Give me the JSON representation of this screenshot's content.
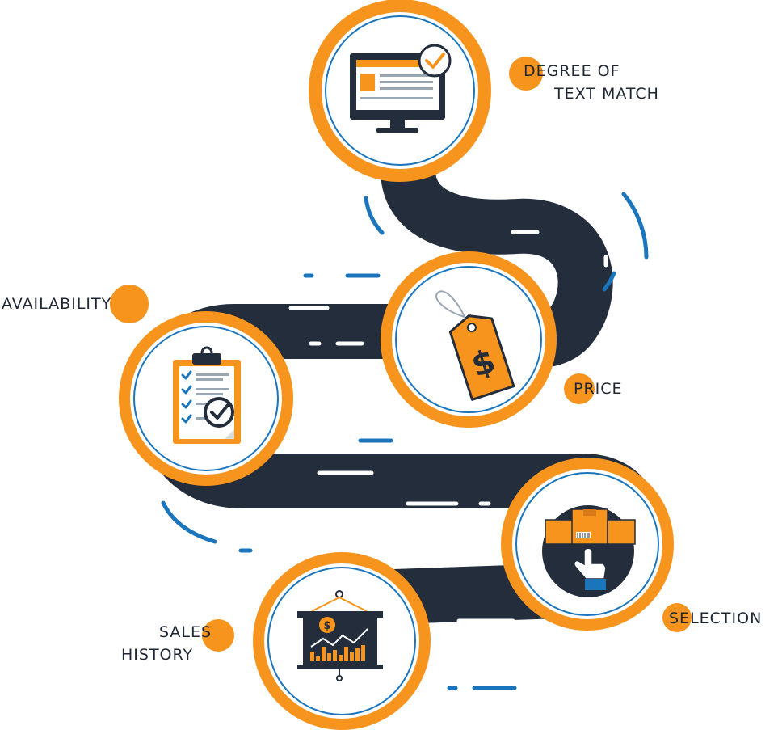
{
  "colors": {
    "road": "#232d3b",
    "orange": "#f7941e",
    "blue": "#1a75bc",
    "white": "#ffffff",
    "text": "#1f2733"
  },
  "stages": [
    {
      "id": "degree-of-text-match",
      "line1": "DEGREE OF",
      "line2": "TEXT MATCH",
      "icon": "monitor-checkmark-icon"
    },
    {
      "id": "price",
      "line1": "PRICE",
      "line2": "",
      "icon": "price-tag-dollar-icon"
    },
    {
      "id": "availability",
      "line1": "AVAILABILITY",
      "line2": "",
      "icon": "clipboard-checklist-icon"
    },
    {
      "id": "selection",
      "line1": "SELECTION",
      "line2": "",
      "icon": "hand-selecting-boxes-icon"
    },
    {
      "id": "sales-history",
      "line1": "SALES",
      "line2": "HISTORY",
      "icon": "sales-chart-board-icon"
    }
  ]
}
